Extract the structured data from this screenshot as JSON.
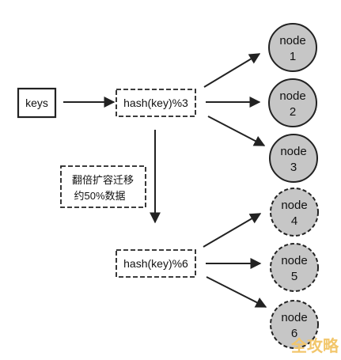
{
  "diagram": {
    "input_label": "keys",
    "hash_mod3_label": "hash(key)%3",
    "hash_mod6_label": "hash(key)%6",
    "resize_note_line1": "翻倍扩容迁移",
    "resize_note_line2": "约50%数据",
    "nodes_mod3": [
      {
        "word": "node",
        "number": "1"
      },
      {
        "word": "node",
        "number": "2"
      },
      {
        "word": "node",
        "number": "3"
      }
    ],
    "nodes_mod6": [
      {
        "word": "node",
        "number": "4"
      },
      {
        "word": "node",
        "number": "5"
      },
      {
        "word": "node",
        "number": "6"
      }
    ],
    "watermark": "全攻略"
  },
  "colors": {
    "node_fill": "#c6c6c6",
    "stroke": "#222222",
    "watermark": "#f2c66b"
  }
}
